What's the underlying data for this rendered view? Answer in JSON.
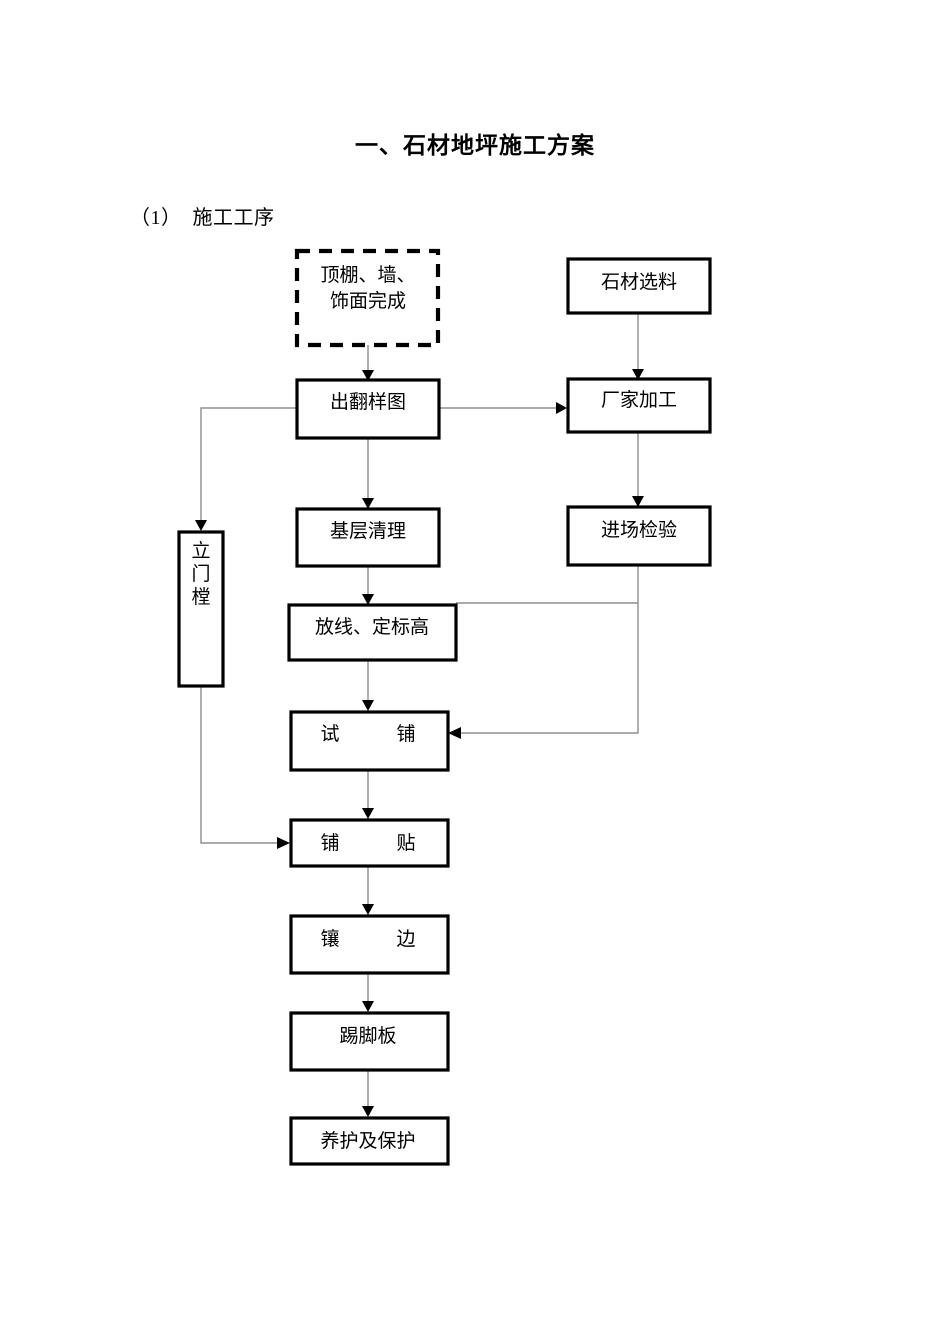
{
  "document": {
    "title": "一、石材地坪施工方案",
    "section": {
      "number": "（1）",
      "label": "施工工序"
    }
  },
  "flowchart": {
    "nodes": {
      "ceiling_wall_finish": "顶棚、墙、",
      "ceiling_wall_finish_line2": "饰面完成",
      "stone_selection": "石材选料",
      "shop_drawing": "出翻样图",
      "factory_processing": "厂家加工",
      "base_cleaning": "基层清理",
      "incoming_inspection": "进场检验",
      "door_frame_char1": "立",
      "door_frame_char2": "门",
      "door_frame_char3": "樘",
      "setting_out": "放线、定标高",
      "trial_laying_a": "试",
      "trial_laying_b": "铺",
      "paving_a": "铺",
      "paving_b": "贴",
      "edging_a": "镶",
      "edging_b": "边",
      "skirting": "踢脚板",
      "curing_protection": "养护及保护"
    },
    "colors": {
      "node_border": "#000000",
      "connector": "#8d8d8d",
      "arrow": "#000000",
      "node_fill": "#ffffff",
      "page_background": "#ffffff"
    }
  }
}
